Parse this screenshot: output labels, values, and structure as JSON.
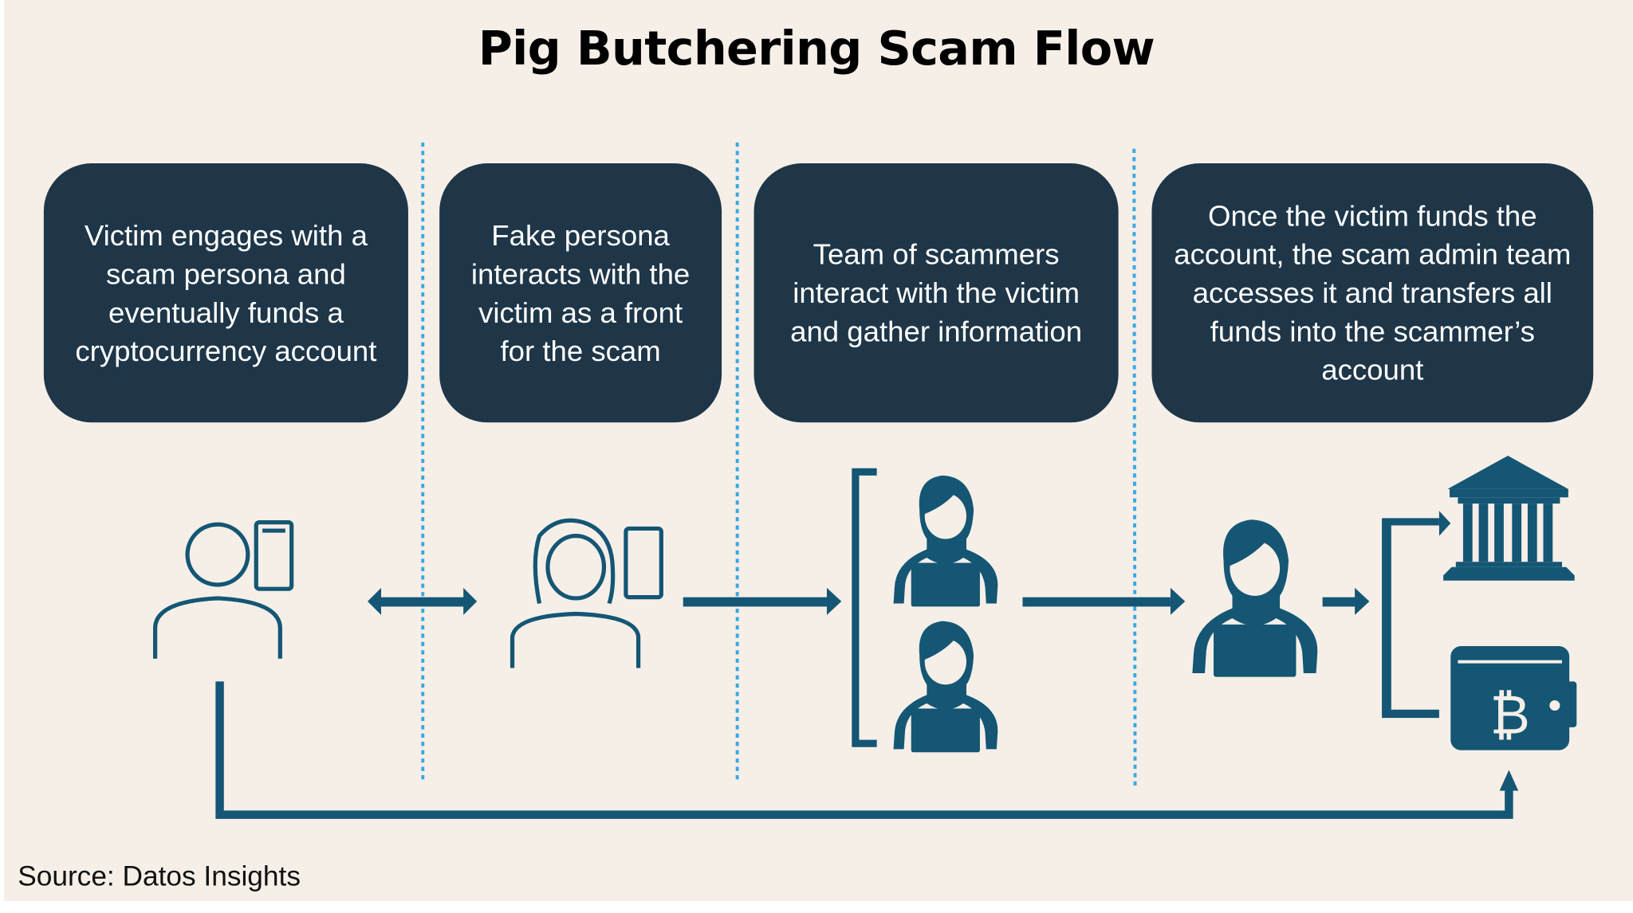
{
  "title": "Pig Butchering Scam Flow",
  "steps": [
    {
      "text": "Victim engages with a scam persona and eventually funds a cryptocurrency account"
    },
    {
      "text": "Fake persona interacts with the victim as a front for the scam"
    },
    {
      "text": "Team of scammers interact with the victim and gather information"
    },
    {
      "text": "Once the victim funds the account, the scam admin team accesses it and transfers all funds into the scammer’s account"
    }
  ],
  "source": "Source: Datos Insights",
  "colors": {
    "box": "#1e3648",
    "icon": "#145674",
    "divider": "#3aa8e0",
    "background": "#f5efe8"
  }
}
